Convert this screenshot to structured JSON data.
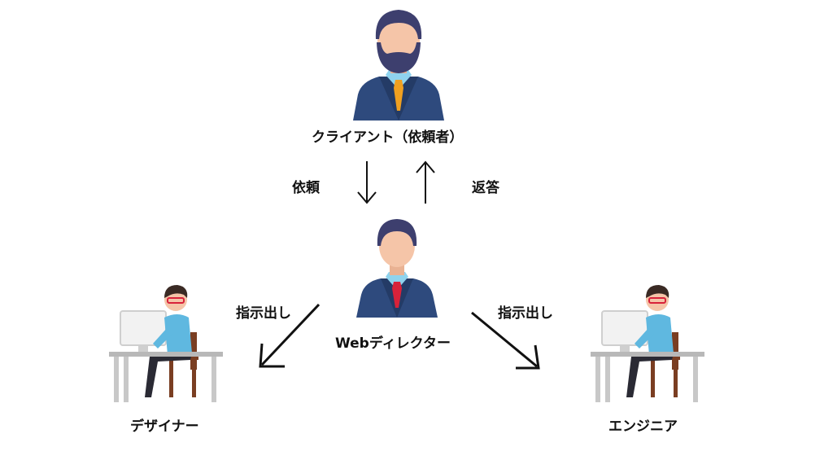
{
  "nodes": {
    "client": "クライアント（依頼者）",
    "director": "Webディレクター",
    "designer": "デザイナー",
    "engineer": "エンジニア"
  },
  "edges": {
    "request": "依頼",
    "reply": "返答",
    "instruct_left": "指示出し",
    "instruct_right": "指示出し"
  },
  "colors": {
    "suit": "#2e4a7d",
    "hair": "#3d3f6e",
    "skin": "#f5c5a8",
    "shirt": "#8fd3ee",
    "client_tie": "#f0a020",
    "director_tie": "#d8223a",
    "worker_shirt": "#5fb8e0",
    "desk": "#b8b8b8",
    "chair": "#7a3e22"
  }
}
